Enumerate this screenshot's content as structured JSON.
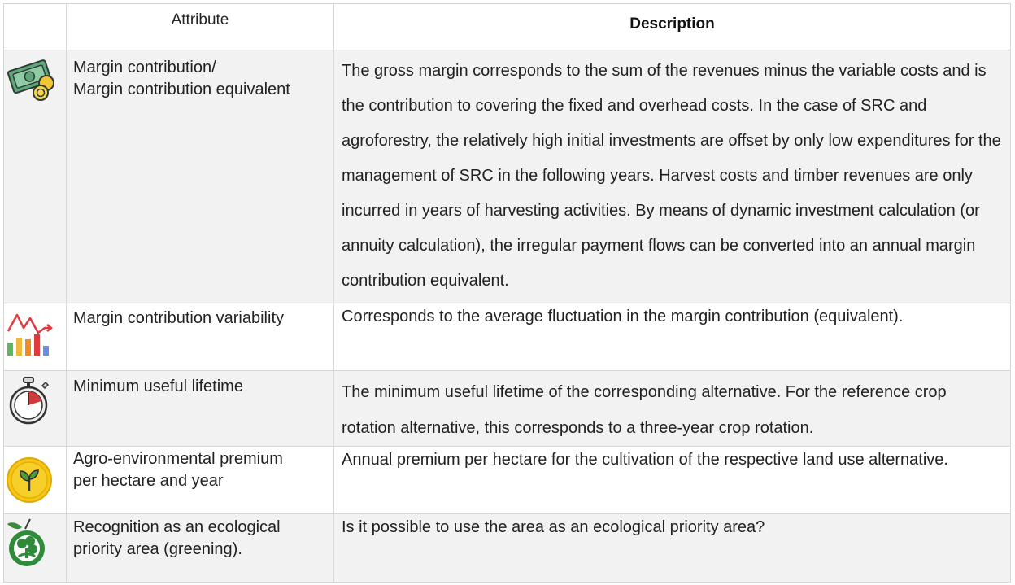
{
  "header": {
    "attribute": "Attribute",
    "description": "Description"
  },
  "rows": [
    {
      "icon": "money-icon",
      "attribute_lines": [
        "Margin contribution/",
        "Margin contribution equivalent"
      ],
      "description": "The gross margin corresponds to the sum of the revenues minus the variable costs and is the contribution to covering the fixed and overhead costs. In the case of SRC and agroforestry, the relatively high initial investments are offset by only low expenditures for the management of SRC in the following years. Harvest costs and timber revenues are only incurred in years of harvesting activities. By means of dynamic investment calculation (or annuity calculation), the irregular payment flows can be converted into an annual margin contribution equivalent."
    },
    {
      "icon": "fluctuation-chart-icon",
      "attribute_lines": [
        "Margin contribution variability"
      ],
      "description": "Corresponds to the average fluctuation in the margin contribution (equivalent)."
    },
    {
      "icon": "stopwatch-icon",
      "attribute_lines": [
        "Minimum useful lifetime"
      ],
      "description": "The minimum useful lifetime of the corresponding alternative. For the reference crop rotation alternative, this corresponds to a three-year crop rotation."
    },
    {
      "icon": "sprout-coin-icon",
      "attribute_lines": [
        "Agro-environmental premium",
        "per hectare and year"
      ],
      "description": "Annual premium per hectare for the cultivation of the respective land use alternative."
    },
    {
      "icon": "ecology-apple-icon",
      "attribute_lines": [
        "Recognition as an ecological",
        "priority area (greening)."
      ],
      "description": "Is it possible to use the area as an ecological priority area?"
    }
  ]
}
